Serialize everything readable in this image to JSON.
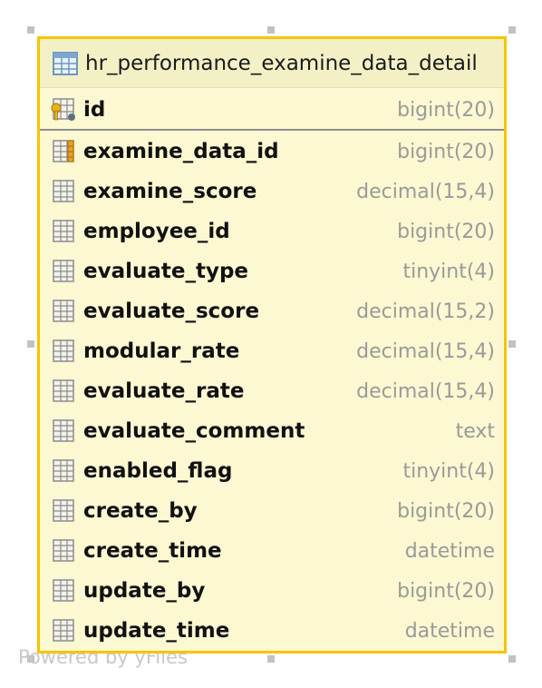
{
  "table": {
    "title": "hr_performance_examine_data_detail",
    "primary_key": {
      "name": "id",
      "type": "bigint(20)",
      "icon": "primary-key-column-icon"
    },
    "columns": [
      {
        "name": "examine_data_id",
        "type": "bigint(20)",
        "icon": "foreign-key-column-icon"
      },
      {
        "name": "examine_score",
        "type": "decimal(15,4)",
        "icon": "column-icon"
      },
      {
        "name": "employee_id",
        "type": "bigint(20)",
        "icon": "column-icon"
      },
      {
        "name": "evaluate_type",
        "type": "tinyint(4)",
        "icon": "column-icon"
      },
      {
        "name": "evaluate_score",
        "type": "decimal(15,2)",
        "icon": "column-icon"
      },
      {
        "name": "modular_rate",
        "type": "decimal(15,4)",
        "icon": "column-icon"
      },
      {
        "name": "evaluate_rate",
        "type": "decimal(15,4)",
        "icon": "column-icon"
      },
      {
        "name": "evaluate_comment",
        "type": "text",
        "icon": "column-icon"
      },
      {
        "name": "enabled_flag",
        "type": "tinyint(4)",
        "icon": "column-icon"
      },
      {
        "name": "create_by",
        "type": "bigint(20)",
        "icon": "column-icon"
      },
      {
        "name": "create_time",
        "type": "datetime",
        "icon": "column-icon"
      },
      {
        "name": "update_by",
        "type": "bigint(20)",
        "icon": "column-icon"
      },
      {
        "name": "update_time",
        "type": "datetime",
        "icon": "column-icon"
      }
    ]
  },
  "watermark": "Powered by yFiles",
  "colors": {
    "selection_border": "#f7c400",
    "table_fill": "#fcf8d2",
    "header_fill": "#f4f0c6",
    "type_text": "#9a9a9a",
    "handle": "#c2c2c2"
  }
}
